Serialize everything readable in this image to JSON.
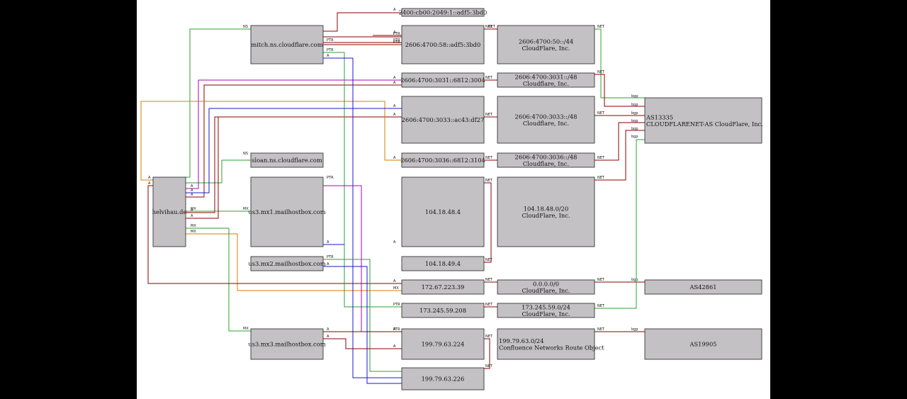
{
  "nodes": [
    {
      "id": "helvihau",
      "lines": [
        "helvihau.de"
      ]
    },
    {
      "id": "mitch",
      "lines": [
        "mitch.ns.cloudflare.com"
      ]
    },
    {
      "id": "sloan",
      "lines": [
        "sloan.ns.cloudflare.com"
      ]
    },
    {
      "id": "mx1",
      "lines": [
        "us3.mx1.mailhostbox.com"
      ]
    },
    {
      "id": "mx2",
      "lines": [
        "us3.mx2.mailhostbox.com"
      ]
    },
    {
      "id": "mx3",
      "lines": [
        "us3.mx3.mailhostbox.com"
      ]
    },
    {
      "id": "ip_2400",
      "lines": [
        "2400:cb00:2049:1::adf5:3bd0"
      ]
    },
    {
      "id": "ip_58",
      "lines": [
        "2606:4700:58::adf5:3bd0"
      ]
    },
    {
      "id": "ip_3031",
      "lines": [
        "2606:4700:3031::6812:3004"
      ]
    },
    {
      "id": "ip_3033",
      "lines": [
        "2606:4700:3033::ac43:df27"
      ]
    },
    {
      "id": "ip_3036",
      "lines": [
        "2606:4700:3036::6812:3104"
      ]
    },
    {
      "id": "ip_48_4",
      "lines": [
        "104.18.48.4"
      ]
    },
    {
      "id": "ip_49_4",
      "lines": [
        "104.18.49.4"
      ]
    },
    {
      "id": "ip_172",
      "lines": [
        "172.67.223.39"
      ]
    },
    {
      "id": "ip_173",
      "lines": [
        "173.245.59.208"
      ]
    },
    {
      "id": "ip_224",
      "lines": [
        "199.79.63.224"
      ]
    },
    {
      "id": "ip_226",
      "lines": [
        "199.79.63.226"
      ]
    },
    {
      "id": "pfx_50",
      "lines": [
        "2606:4700:50::/44",
        "CloudFlare, Inc."
      ]
    },
    {
      "id": "pfx_3031",
      "lines": [
        "2606:4700:3031::/48",
        "Cloudflare, Inc."
      ]
    },
    {
      "id": "pfx_3033",
      "lines": [
        "2606:4700:3033::/48",
        "Cloudflare, Inc."
      ]
    },
    {
      "id": "pfx_3036",
      "lines": [
        "2606:4700:3036::/48",
        "Cloudflare, Inc."
      ]
    },
    {
      "id": "pfx_104",
      "lines": [
        "104.18.48.0/20",
        "CloudFlare, Inc."
      ]
    },
    {
      "id": "pfx_0",
      "lines": [
        "0.0.0.0/0",
        "CloudFlare, Inc."
      ]
    },
    {
      "id": "pfx_173",
      "lines": [
        "173.245.59.0/24",
        "CloudFlare, Inc."
      ]
    },
    {
      "id": "pfx_199",
      "lines": [
        "199.79.63.0/24",
        "Confluence Networks Route Object"
      ]
    },
    {
      "id": "as13335",
      "lines": [
        "AS13335",
        "CLOUDFLARENET-AS CloudFlare, Inc."
      ]
    },
    {
      "id": "as42861",
      "lines": [
        "AS42861"
      ]
    },
    {
      "id": "as19905",
      "lines": [
        "AS19905"
      ]
    }
  ],
  "edges": [
    {
      "id": "e1",
      "color": "#2ca02c",
      "labels": [
        "NS"
      ]
    },
    {
      "id": "e2",
      "color": "#2ca02c",
      "labels": [
        "NS"
      ]
    },
    {
      "id": "e3",
      "color": "#8b0000",
      "labels": [
        "A",
        "A"
      ]
    },
    {
      "id": "e4",
      "color": "#8b0000",
      "labels": [
        "A",
        "A"
      ]
    },
    {
      "id": "e5",
      "color": "#b000b0",
      "labels": [
        "A",
        "A"
      ]
    },
    {
      "id": "e6",
      "color": "#d08000",
      "labels": [
        "A",
        "A"
      ]
    },
    {
      "id": "e7",
      "color": "#1a1acc",
      "labels": [
        "A",
        "A"
      ]
    },
    {
      "id": "e8",
      "color": "#2ca02c",
      "labels": [
        "MX",
        "MX"
      ]
    },
    {
      "id": "e9",
      "color": "#d08000",
      "labels": [
        "MX",
        "MX"
      ]
    },
    {
      "id": "e10",
      "color": "#2ca02c",
      "labels": [
        "MX",
        "MX"
      ]
    },
    {
      "id": "e11",
      "color": "#8b0000",
      "labels": [
        "A"
      ]
    },
    {
      "id": "e12",
      "color": "#8b0000",
      "labels": [
        "A",
        "A"
      ]
    },
    {
      "id": "e13",
      "color": "#8b0000",
      "labels": [
        "PTR",
        "PTR"
      ]
    },
    {
      "id": "e14",
      "color": "#2ca02c",
      "labels": [
        "PTR",
        "PTR"
      ]
    },
    {
      "id": "e15",
      "color": "#1a1acc",
      "labels": [
        "A"
      ]
    },
    {
      "id": "e16",
      "color": "#b000b0",
      "labels": [
        "PTR",
        "PTR"
      ]
    },
    {
      "id": "e17",
      "color": "#1a1acc",
      "labels": [
        "A"
      ]
    },
    {
      "id": "e18",
      "color": "#2ca02c",
      "labels": [
        "PTR"
      ]
    },
    {
      "id": "e19",
      "color": "#1a1acc",
      "labels": [
        "A",
        "A"
      ]
    },
    {
      "id": "e20",
      "color": "#8b0000",
      "labels": [
        "A",
        "A"
      ]
    },
    {
      "id": "e21",
      "color": "#8b0000",
      "labels": [
        "A",
        "A"
      ]
    },
    {
      "id": "e22",
      "color": "#8b0000",
      "labels": [
        "A"
      ]
    },
    {
      "id": "e23",
      "color": "#8b0000",
      "labels": [
        "PTR"
      ]
    },
    {
      "id": "e24",
      "color": "#8b0000",
      "labels": [
        "PTR"
      ]
    },
    {
      "id": "e25",
      "color": "#8b0000",
      "labels": [
        "A"
      ]
    },
    {
      "id": "e26",
      "color": "#8b0000",
      "labels": [
        "NET",
        "NET"
      ]
    },
    {
      "id": "e27",
      "color": "#8b0000",
      "labels": [
        "NET"
      ]
    },
    {
      "id": "e28",
      "color": "#8b0000",
      "labels": [
        "NET"
      ]
    },
    {
      "id": "e29",
      "color": "#8b0000",
      "labels": [
        "NET"
      ]
    },
    {
      "id": "e30",
      "color": "#8b0000",
      "labels": [
        "NET",
        "NET"
      ]
    },
    {
      "id": "e31",
      "color": "#8b0000",
      "labels": [
        "NET"
      ]
    },
    {
      "id": "e32",
      "color": "#8b0000",
      "labels": [
        "NET"
      ]
    },
    {
      "id": "e33",
      "color": "#8b0000",
      "labels": [
        "NET",
        "NET"
      ]
    },
    {
      "id": "e34",
      "color": "#2ca02c",
      "labels": [
        "NET",
        "bgp"
      ]
    },
    {
      "id": "e35",
      "color": "#8b0000",
      "labels": [
        "NET",
        "bgp"
      ]
    },
    {
      "id": "e36",
      "color": "#8b0000",
      "labels": [
        "NET",
        "bgp"
      ]
    },
    {
      "id": "e37",
      "color": "#8b0000",
      "labels": [
        "NET",
        "bgp"
      ]
    },
    {
      "id": "e38",
      "color": "#8b0000",
      "labels": [
        "NET",
        "bgp"
      ]
    },
    {
      "id": "e39",
      "color": "#8b0000",
      "labels": [
        "NET",
        "bgp"
      ]
    },
    {
      "id": "e40",
      "color": "#2ca02c",
      "labels": [
        "NET",
        "bgp"
      ]
    },
    {
      "id": "e41",
      "color": "#8b0000",
      "labels": [
        "NET",
        "bgp"
      ]
    }
  ]
}
